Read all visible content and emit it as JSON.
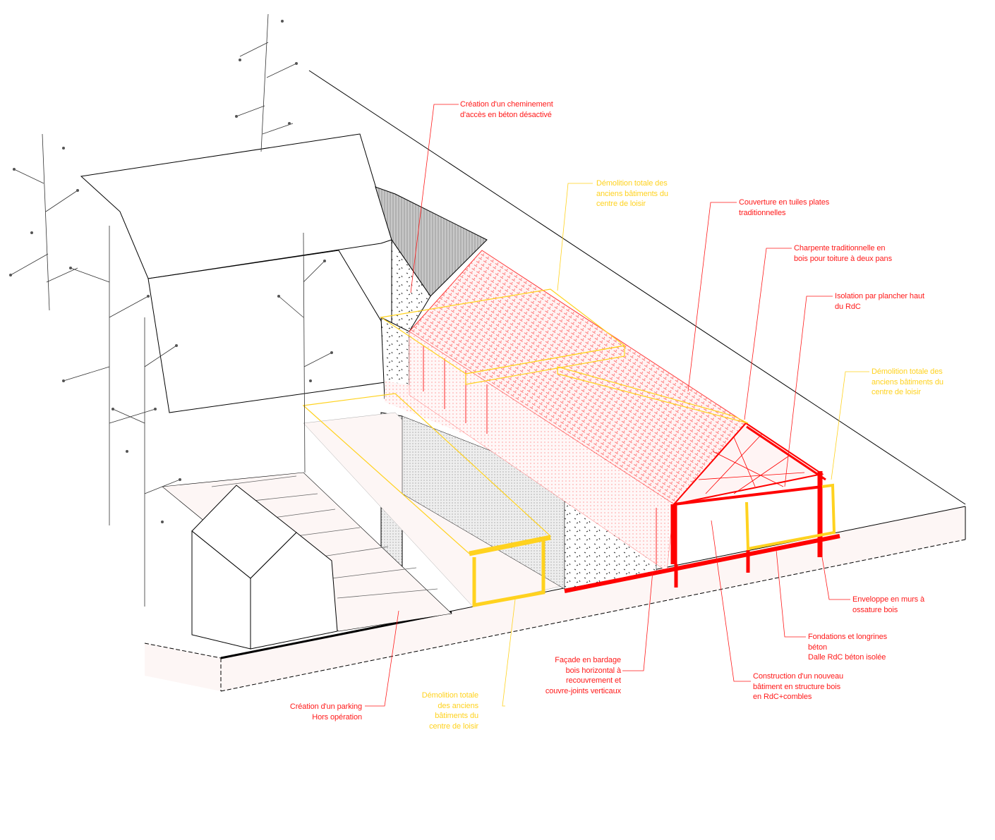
{
  "colors": {
    "new_work": "#ff1a1a",
    "demolition": "#ffd21f",
    "existing": "#000000",
    "ground": "#fdf6f5"
  },
  "annotations": {
    "cheminement": "Création d'un cheminement\nd'accès en béton désactivé",
    "demolition_top": "Démolition totale des\nanciens bâtiments du\ncentre de loisir",
    "couverture": "Couverture en tuiles plates\ntraditionnelles",
    "charpente": "Charpente traditionnelle en\nbois pour toiture à deux pans",
    "isolation": "Isolation par plancher haut\ndu RdC",
    "demolition_right": "Démolition totale des\nanciens bâtiments du\ncentre de loisir",
    "enveloppe": "Enveloppe en murs à\nossature bois",
    "fondations": "Fondations et longrines\nbéton\nDalle RdC béton isolée",
    "construction": "Construction d'un nouveau\nbâtiment en structure bois\nen RdC+combles",
    "facade": "Façade en bardage\nbois horizontal à\nrecouvrement et\ncouvre-joints verticaux",
    "demolition_bottom": "Démolition totale\ndes anciens\nbâtiments du\ncentre de loisir",
    "parking": "Création d'un parking\nHors opération"
  }
}
